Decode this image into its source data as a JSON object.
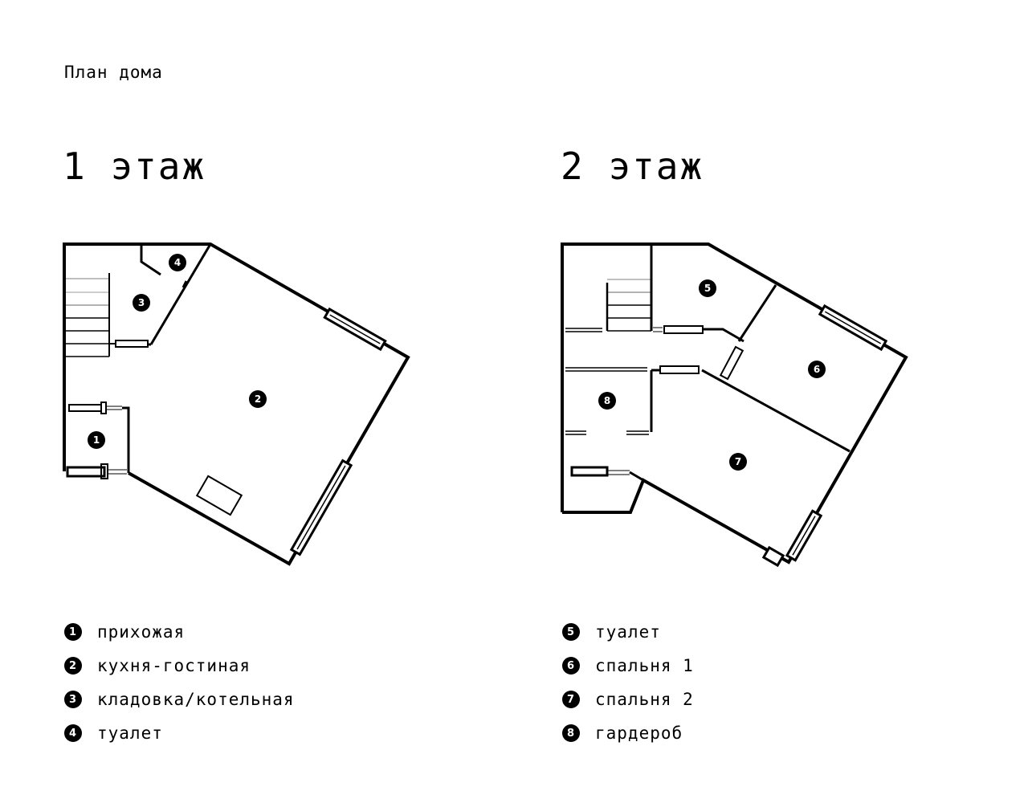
{
  "page_title": "План дома",
  "floors": [
    {
      "title": "1 этаж",
      "legend": [
        {
          "num": "1",
          "label": "прихожая"
        },
        {
          "num": "2",
          "label": "кухня-гостиная"
        },
        {
          "num": "3",
          "label": "кладовка/котельная"
        },
        {
          "num": "4",
          "label": "туалет"
        }
      ]
    },
    {
      "title": "2 этаж",
      "legend": [
        {
          "num": "5",
          "label": "туалет"
        },
        {
          "num": "6",
          "label": "спальня 1"
        },
        {
          "num": "7",
          "label": "спальня 2"
        },
        {
          "num": "8",
          "label": "гардероб"
        }
      ]
    }
  ],
  "markers": [
    "1",
    "2",
    "3",
    "4",
    "5",
    "6",
    "7",
    "8"
  ]
}
